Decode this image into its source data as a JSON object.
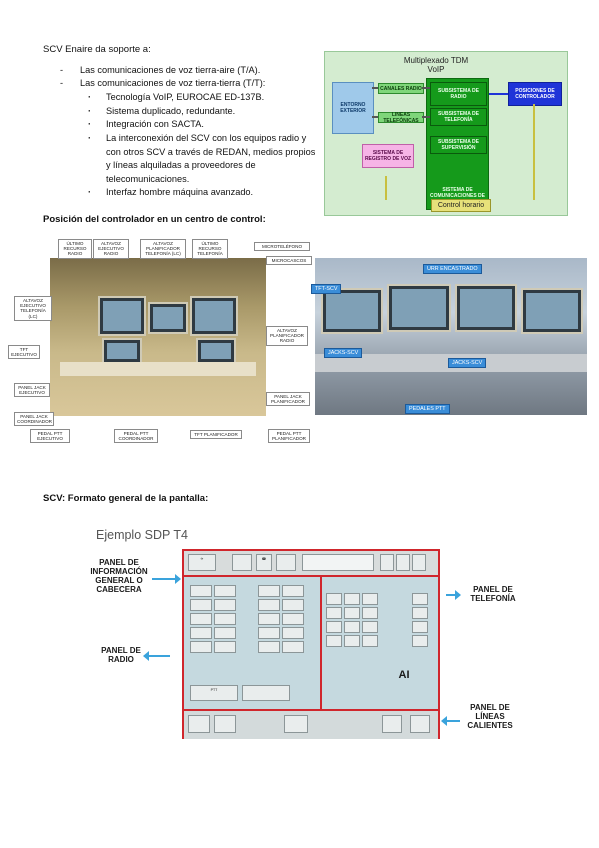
{
  "intro": "SCV Enaire da soporte a:",
  "bullets": {
    "ta": "Las comunicaciones de voz tierra-aire (T/A).",
    "tt": "Las comunicaciones de voz tierra-tierra (T/T):",
    "sub": [
      "Tecnología VoIP, EUROCAE ED-137B.",
      "Sistema duplicado, redundante.",
      "Integración con SACTA.",
      "La interconexión del SCV con los equipos radio y con otros SCV a través de REDAN, medios propios y líneas alquiladas a proveedores de telecomunicaciones.",
      "Interfaz hombre máquina avanzado."
    ]
  },
  "diagram": {
    "title": "Multiplexado TDM\nVoIP",
    "entorno": "ENTORNO EXTERIOR",
    "canales": "CANALES RADIO",
    "lineas": "LINEAS TELEFÓNICAS",
    "sub_radio": "SUBSISTEMA DE RADIO",
    "sub_tel": "SUBSISTEMA DE TELEFONÍA",
    "sub_sup": "SUBSISTEMA DE SUPERVISIÓN",
    "registro": "SISTEMA DE REGISTRO DE VOZ",
    "scv": "SISTEMA DE COMUNICACIONES DE VOZ",
    "posiciones": "POSICIONES DE CONTROLADOR",
    "control_horario": "Control horario"
  },
  "section2": "Posición del controlador en un centro de control:",
  "photo_left": {
    "labels": {
      "ultimo_radio": "ÚLTIMO RECURSO RADIO",
      "altavoz_ejec_radio": "ALTAVOZ EJECUTIVO RADIO",
      "altavoz_plan_tel": "ALTAVOZ PLANIFICADOR TELEFONÍA (LC)",
      "ultimo_tel": "ÚLTIMO RECURSO TELEFONÍA",
      "microtelefono": "MICROTELÉFONO",
      "microcascos": "MICROCASCOS",
      "altavoz_ejec_tel": "ALTAVOZ EJECUTIVO TELEFONÍA (LC)",
      "tft_ejecutivo": "TFT EJECUTIVO",
      "altavoz_plan_radio": "ALTAVOZ PLANIFICADOR RADIO",
      "jack_ejecutivo": "PANEL JACK EJECUTIVO",
      "jack_planificador": "PANEL JACK PLANIFICADOR",
      "jack_coordinador": "PANEL JACK COORDINADOR",
      "pedal_ejecutivo": "PEDAL PTT EJECUTIVO",
      "pedal_coordinador": "PEDAL PTT COORDINADOR",
      "tft_planificador": "TFT PLANIFICADOR",
      "pedal_planificador": "PEDAL PTT PLANIFICADOR"
    }
  },
  "photo_right": {
    "labels": {
      "urr": "URR ENCASTRADO",
      "tft": "TFT-SCV",
      "jacks1": "JACKS-SCV",
      "jacks2": "JACKS-SCV",
      "pedales": "PEDALES PTT"
    }
  },
  "section3": "SCV: Formato general de la pantalla:",
  "sdp": {
    "caption": "Ejemplo SDP T4",
    "panel_cabecera": "PANEL DE INFORMACIÓN GENERAL O CABECERA",
    "panel_radio": "PANEL DE RADIO",
    "panel_telefonia": "PANEL DE TELEFONÍA",
    "panel_lineas": "PANEL DE LÍNEAS CALIENTES",
    "ptt": "PTT",
    "ai": "AI"
  },
  "colors": {
    "frame_red": "#d0262c",
    "arrow_blue": "#3aa3dc",
    "diagram_bg": "#d4ecd0",
    "subsystem_green": "#159a1b",
    "posiciones_blue": "#1f34d8"
  }
}
